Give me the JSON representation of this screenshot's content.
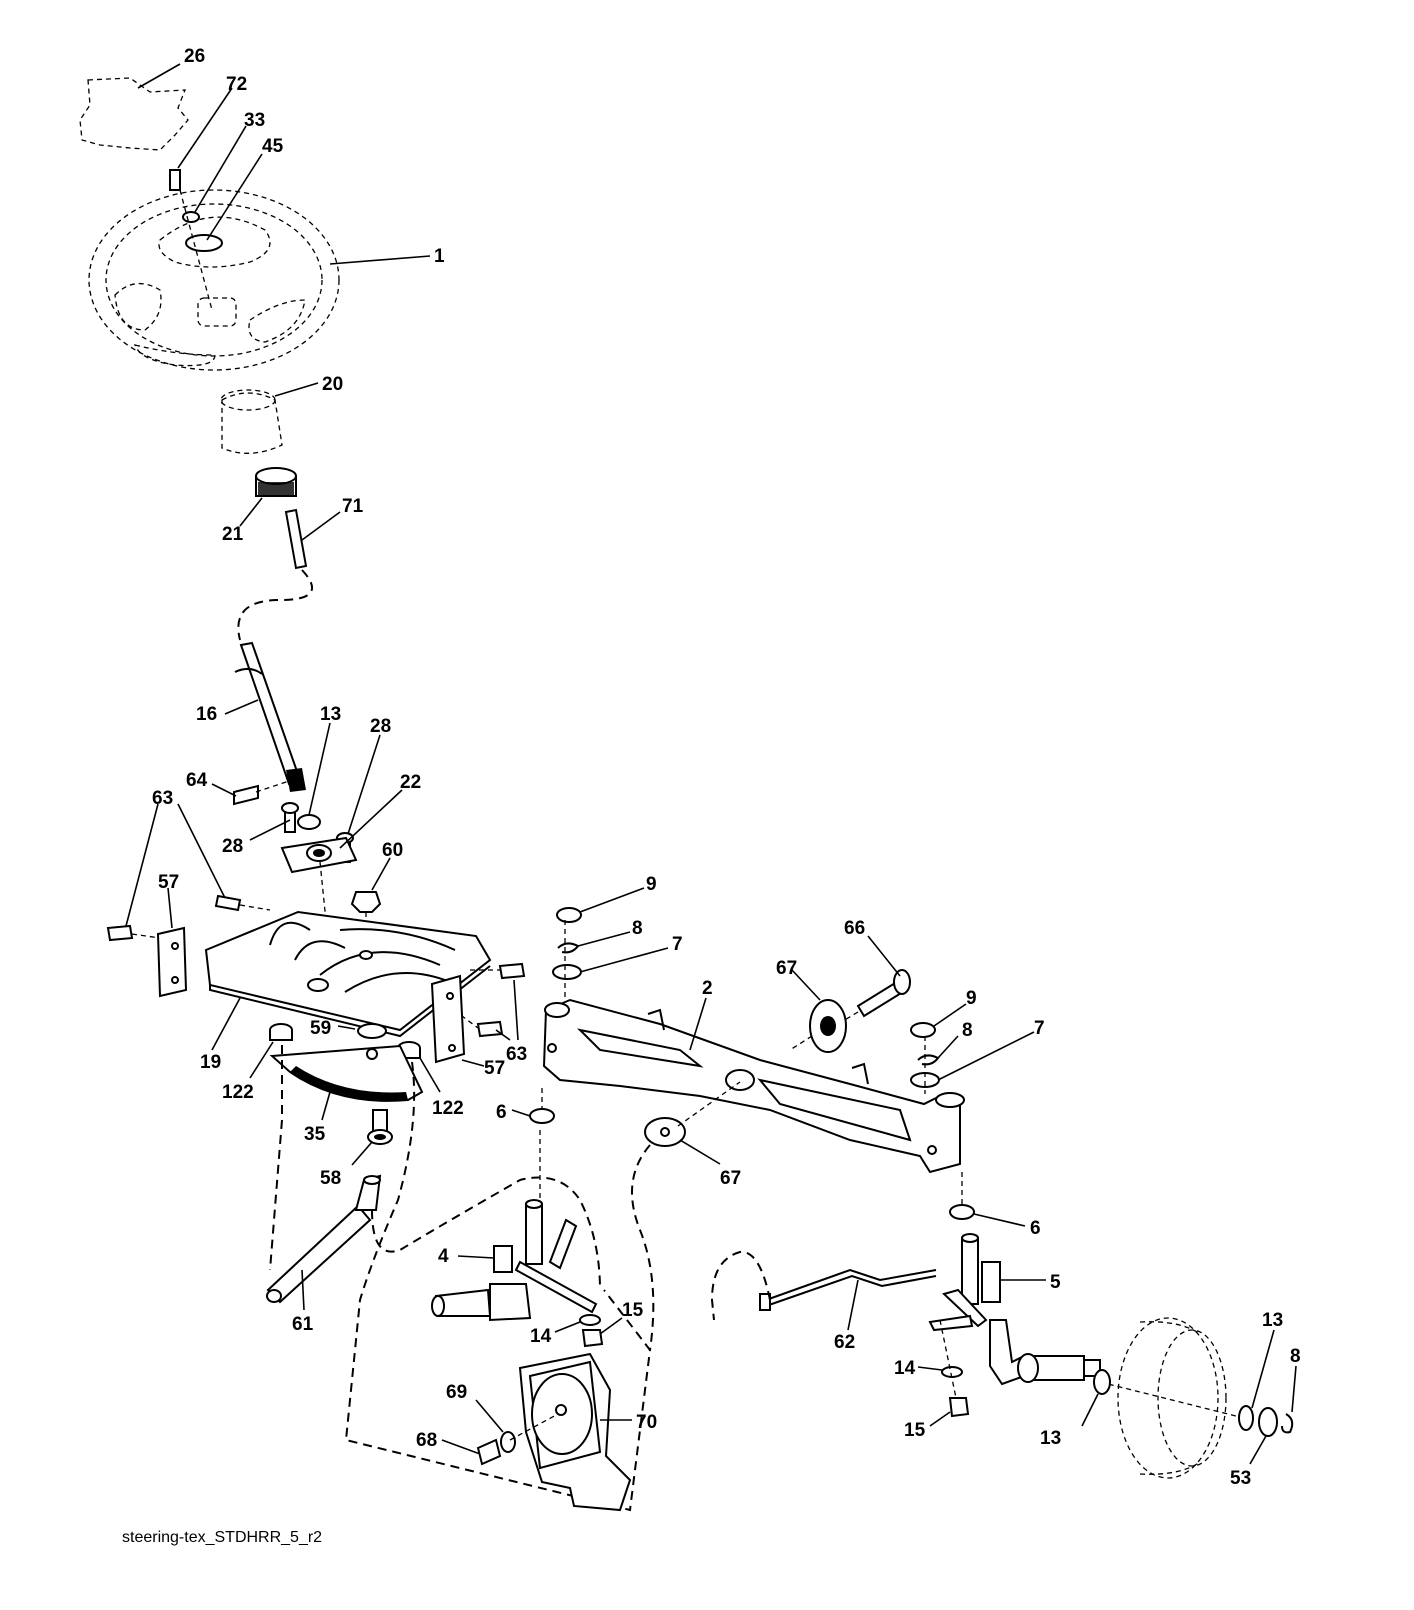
{
  "diagram": {
    "caption": "steering-tex_STDHRR_5_r2",
    "callouts": {
      "c26": "26",
      "c72": "72",
      "c33": "33",
      "c45": "45",
      "c1": "1",
      "c20": "20",
      "c21": "21",
      "c71": "71",
      "c16": "16",
      "c13a": "13",
      "c28a": "28",
      "c64": "64",
      "c63a": "63",
      "c22": "22",
      "c28b": "28",
      "c60": "60",
      "c57a": "57",
      "c19": "19",
      "c59": "59",
      "c63b": "63",
      "c57b": "57",
      "c122a": "122",
      "c122b": "122",
      "c35": "35",
      "c58": "58",
      "c61": "61",
      "c4": "4",
      "c14a": "14",
      "c15a": "15",
      "c69": "69",
      "c70": "70",
      "c68": "68",
      "c9a": "9",
      "c8a": "8",
      "c7a": "7",
      "c66": "66",
      "c67a": "67",
      "c2": "2",
      "c9b": "9",
      "c8b": "8",
      "c7b": "7",
      "c6a": "6",
      "c67b": "67",
      "c6b": "6",
      "c5": "5",
      "c62": "62",
      "c14b": "14",
      "c15b": "15",
      "c13b": "13",
      "c13c": "13",
      "c8c": "8",
      "c53": "53"
    }
  }
}
